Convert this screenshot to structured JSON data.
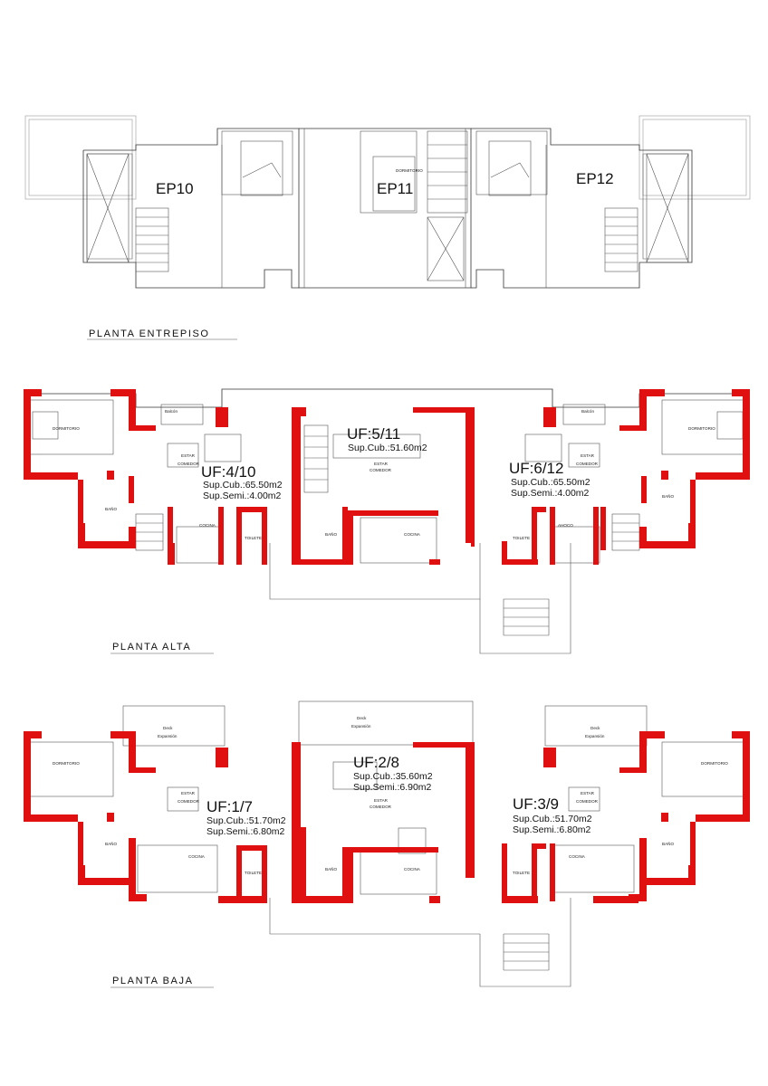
{
  "floors": {
    "entrepiso": {
      "title": "PLANTA ENTREPISO",
      "units": [
        {
          "name": "EP10"
        },
        {
          "name": "EP11"
        },
        {
          "name": "EP12"
        }
      ],
      "rooms": {
        "dormitorio": "DORMITORIO"
      }
    },
    "alta": {
      "title": "PLANTA ALTA",
      "units": [
        {
          "name": "UF:4/10",
          "cub": "Sup.Cub.:65.50m2",
          "semi": "Sup.Semi.:4.00m2"
        },
        {
          "name": "UF:5/11",
          "cub": "Sup.Cub.:51.60m2",
          "semi": ""
        },
        {
          "name": "UF:6/12",
          "cub": "Sup.Cub.:65.50m2",
          "semi": "Sup.Semi.:4.00m2"
        }
      ],
      "rooms": {
        "balcon": "Balcón",
        "dormitorio": "DORMITORIO",
        "estar": "ESTAR",
        "comedor": "COMEDOR",
        "bano": "BAÑO",
        "cocina": "COCINA",
        "toilette": "TOILETE",
        "armario": "AHOCO"
      }
    },
    "baja": {
      "title": "PLANTA BAJA",
      "units": [
        {
          "name": "UF:1/7",
          "cub": "Sup.Cub.:51.70m2",
          "semi": "Sup.Semi.:6.80m2"
        },
        {
          "name": "UF:2/8",
          "cub": "Sup.Cub.:35.60m2",
          "semi": "Sup.Semi.:6.90m2"
        },
        {
          "name": "UF:3/9",
          "cub": "Sup.Cub.:51.70m2",
          "semi": "Sup.Semi.:6.80m2"
        }
      ],
      "rooms": {
        "deck": "Deck",
        "expansion": "Expansión",
        "dormitorio": "DORMITORIO",
        "estar": "ESTAR",
        "comedor": "COMEDOR",
        "bano": "BAÑO",
        "cocina": "COCINA",
        "toilette": "TOILETE"
      }
    }
  },
  "colors": {
    "wall_fill": "#e01010",
    "line": "#333333",
    "background": "#ffffff"
  }
}
